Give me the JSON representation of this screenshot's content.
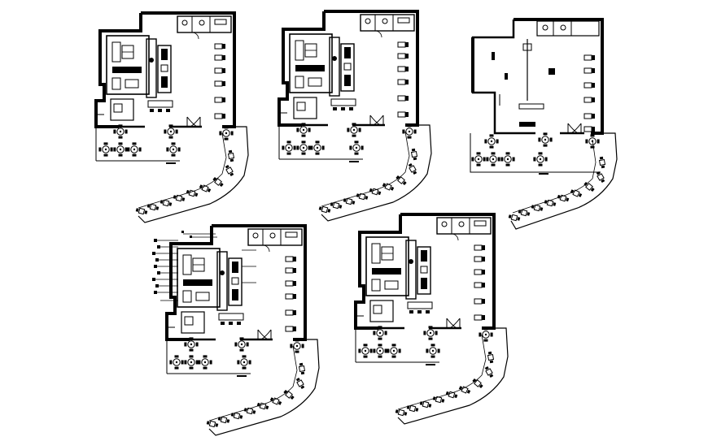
{
  "drawing": {
    "ink_color": "#000000",
    "paper_color": "#ffffff",
    "plans": [
      {
        "id": "plan-1",
        "variant": "furnished"
      },
      {
        "id": "plan-2",
        "variant": "furnished"
      },
      {
        "id": "plan-3",
        "variant": "shell"
      },
      {
        "id": "plan-4",
        "variant": "annotated"
      },
      {
        "id": "plan-5",
        "variant": "furnished"
      }
    ]
  }
}
